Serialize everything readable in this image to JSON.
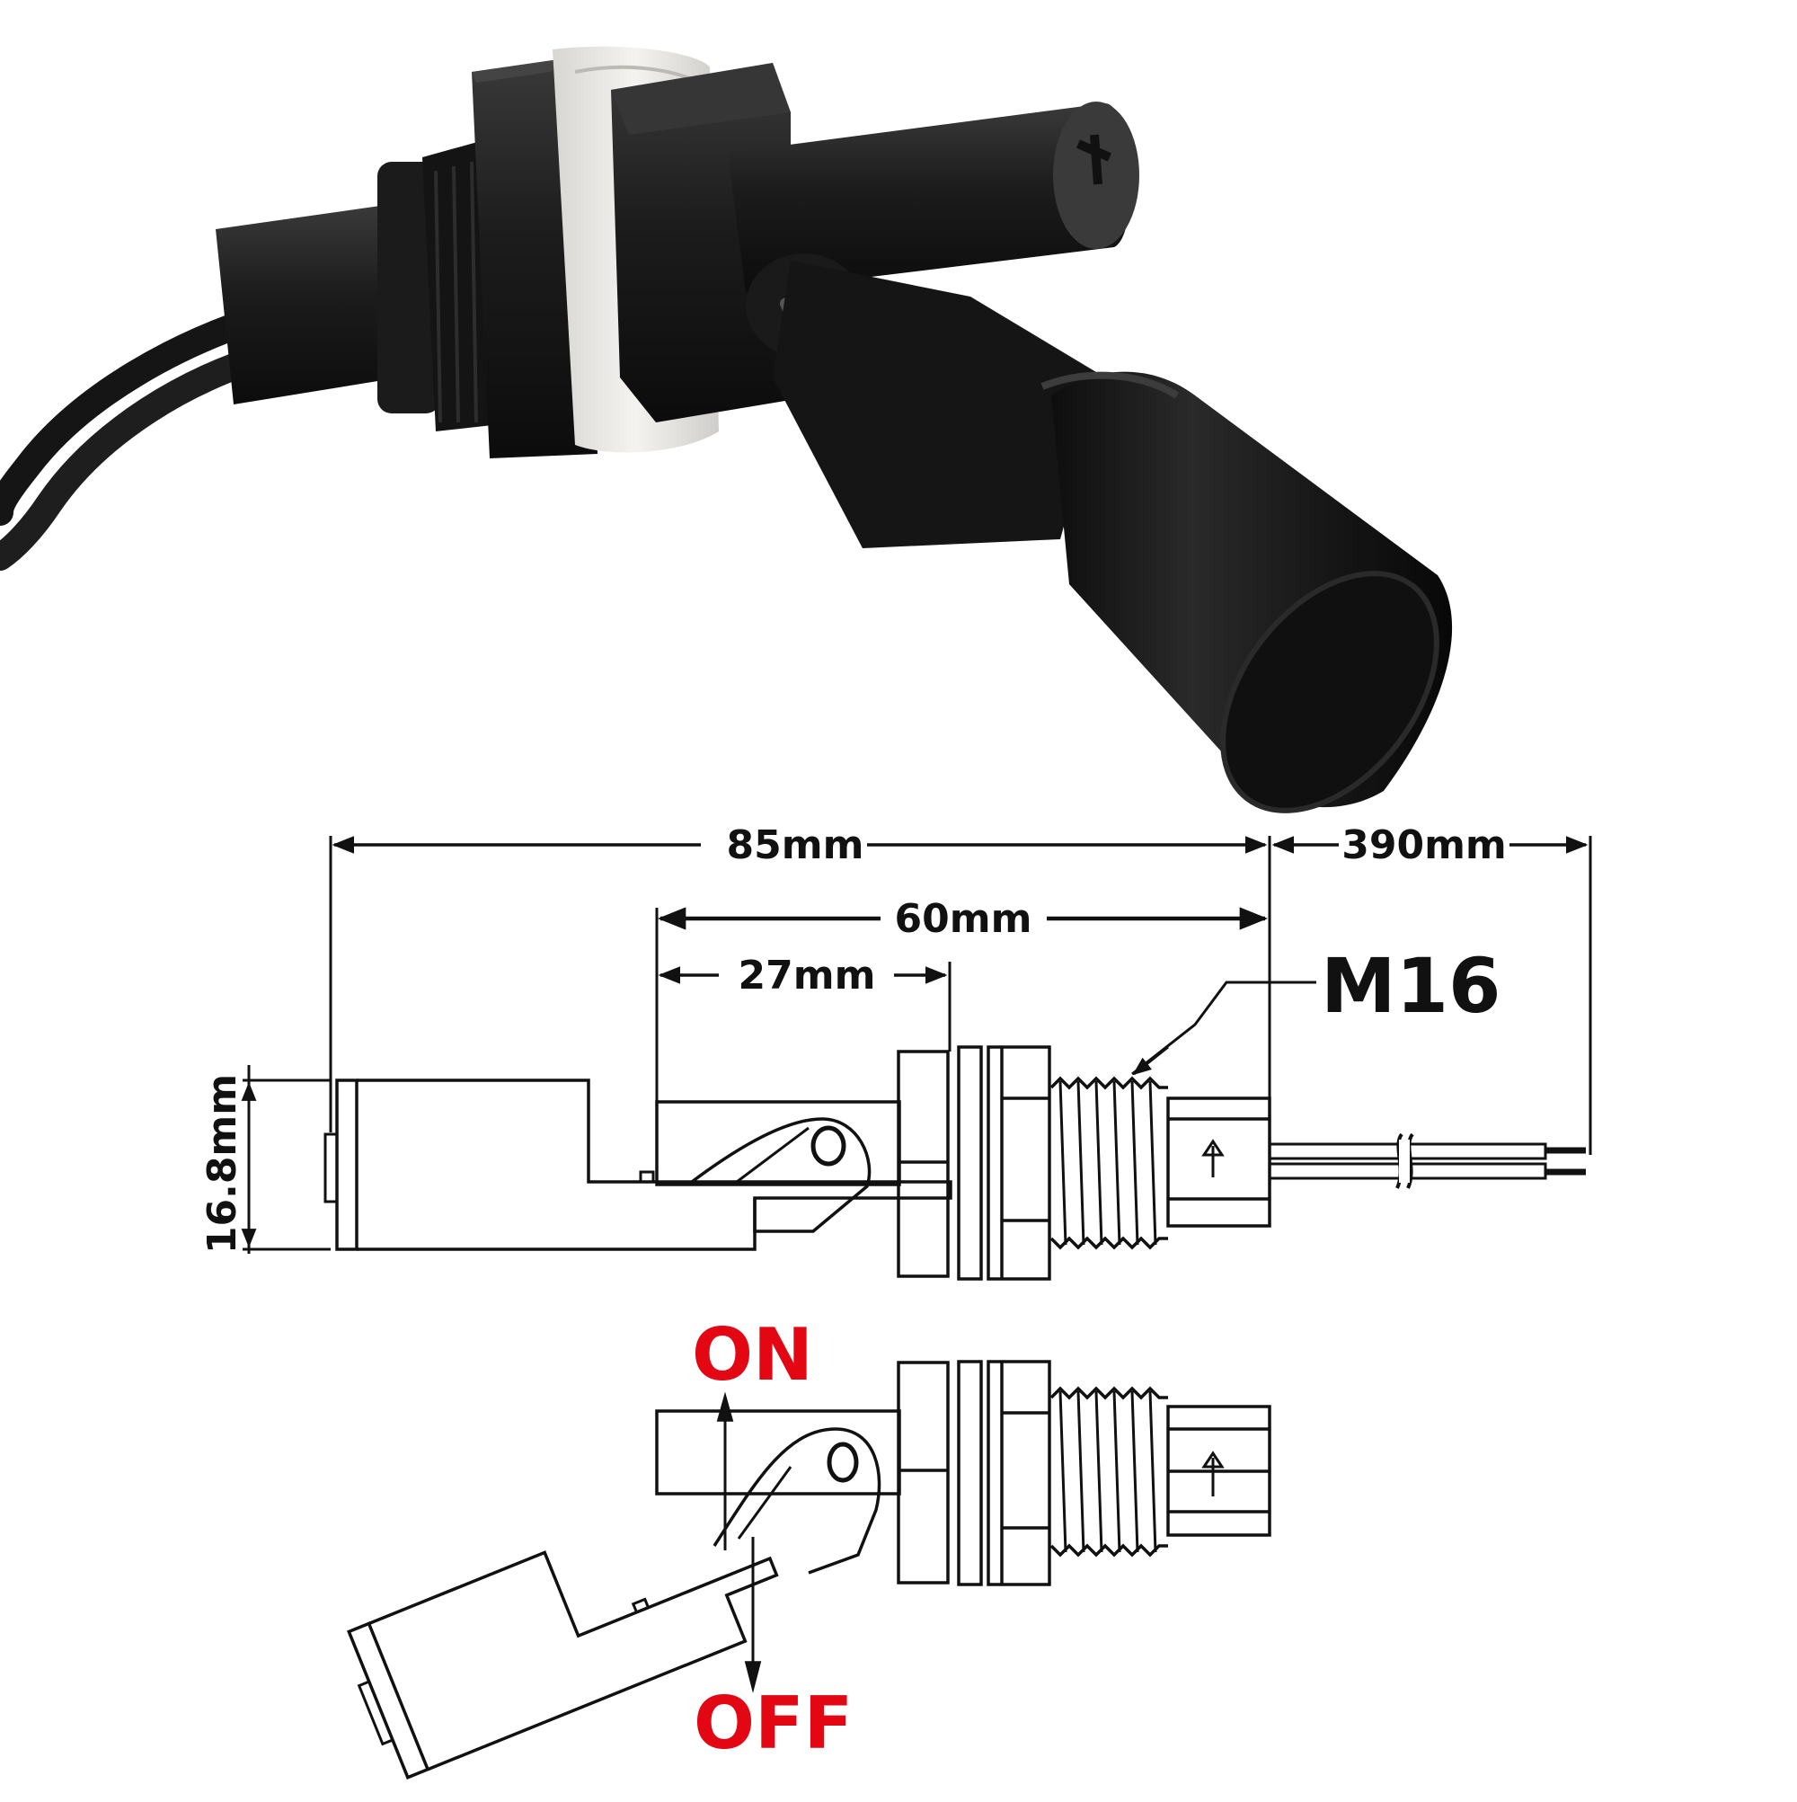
{
  "photo": {
    "subject": "Horizontal liquid level float switch (black plastic body, white gasket, twin-core black cable)"
  },
  "dimensions": {
    "overall_length": "85mm",
    "cable_length": "390mm",
    "float_to_flange": "60mm",
    "arm_length": "27mm",
    "float_height": "16.8mm",
    "thread_size": "M16"
  },
  "states": {
    "on_label": "ON",
    "off_label": "OFF",
    "label_color": "#e30613"
  },
  "colors": {
    "line": "#111111",
    "background": "#ffffff",
    "body": "#1a1a1a",
    "gasket": "#eceae6"
  }
}
